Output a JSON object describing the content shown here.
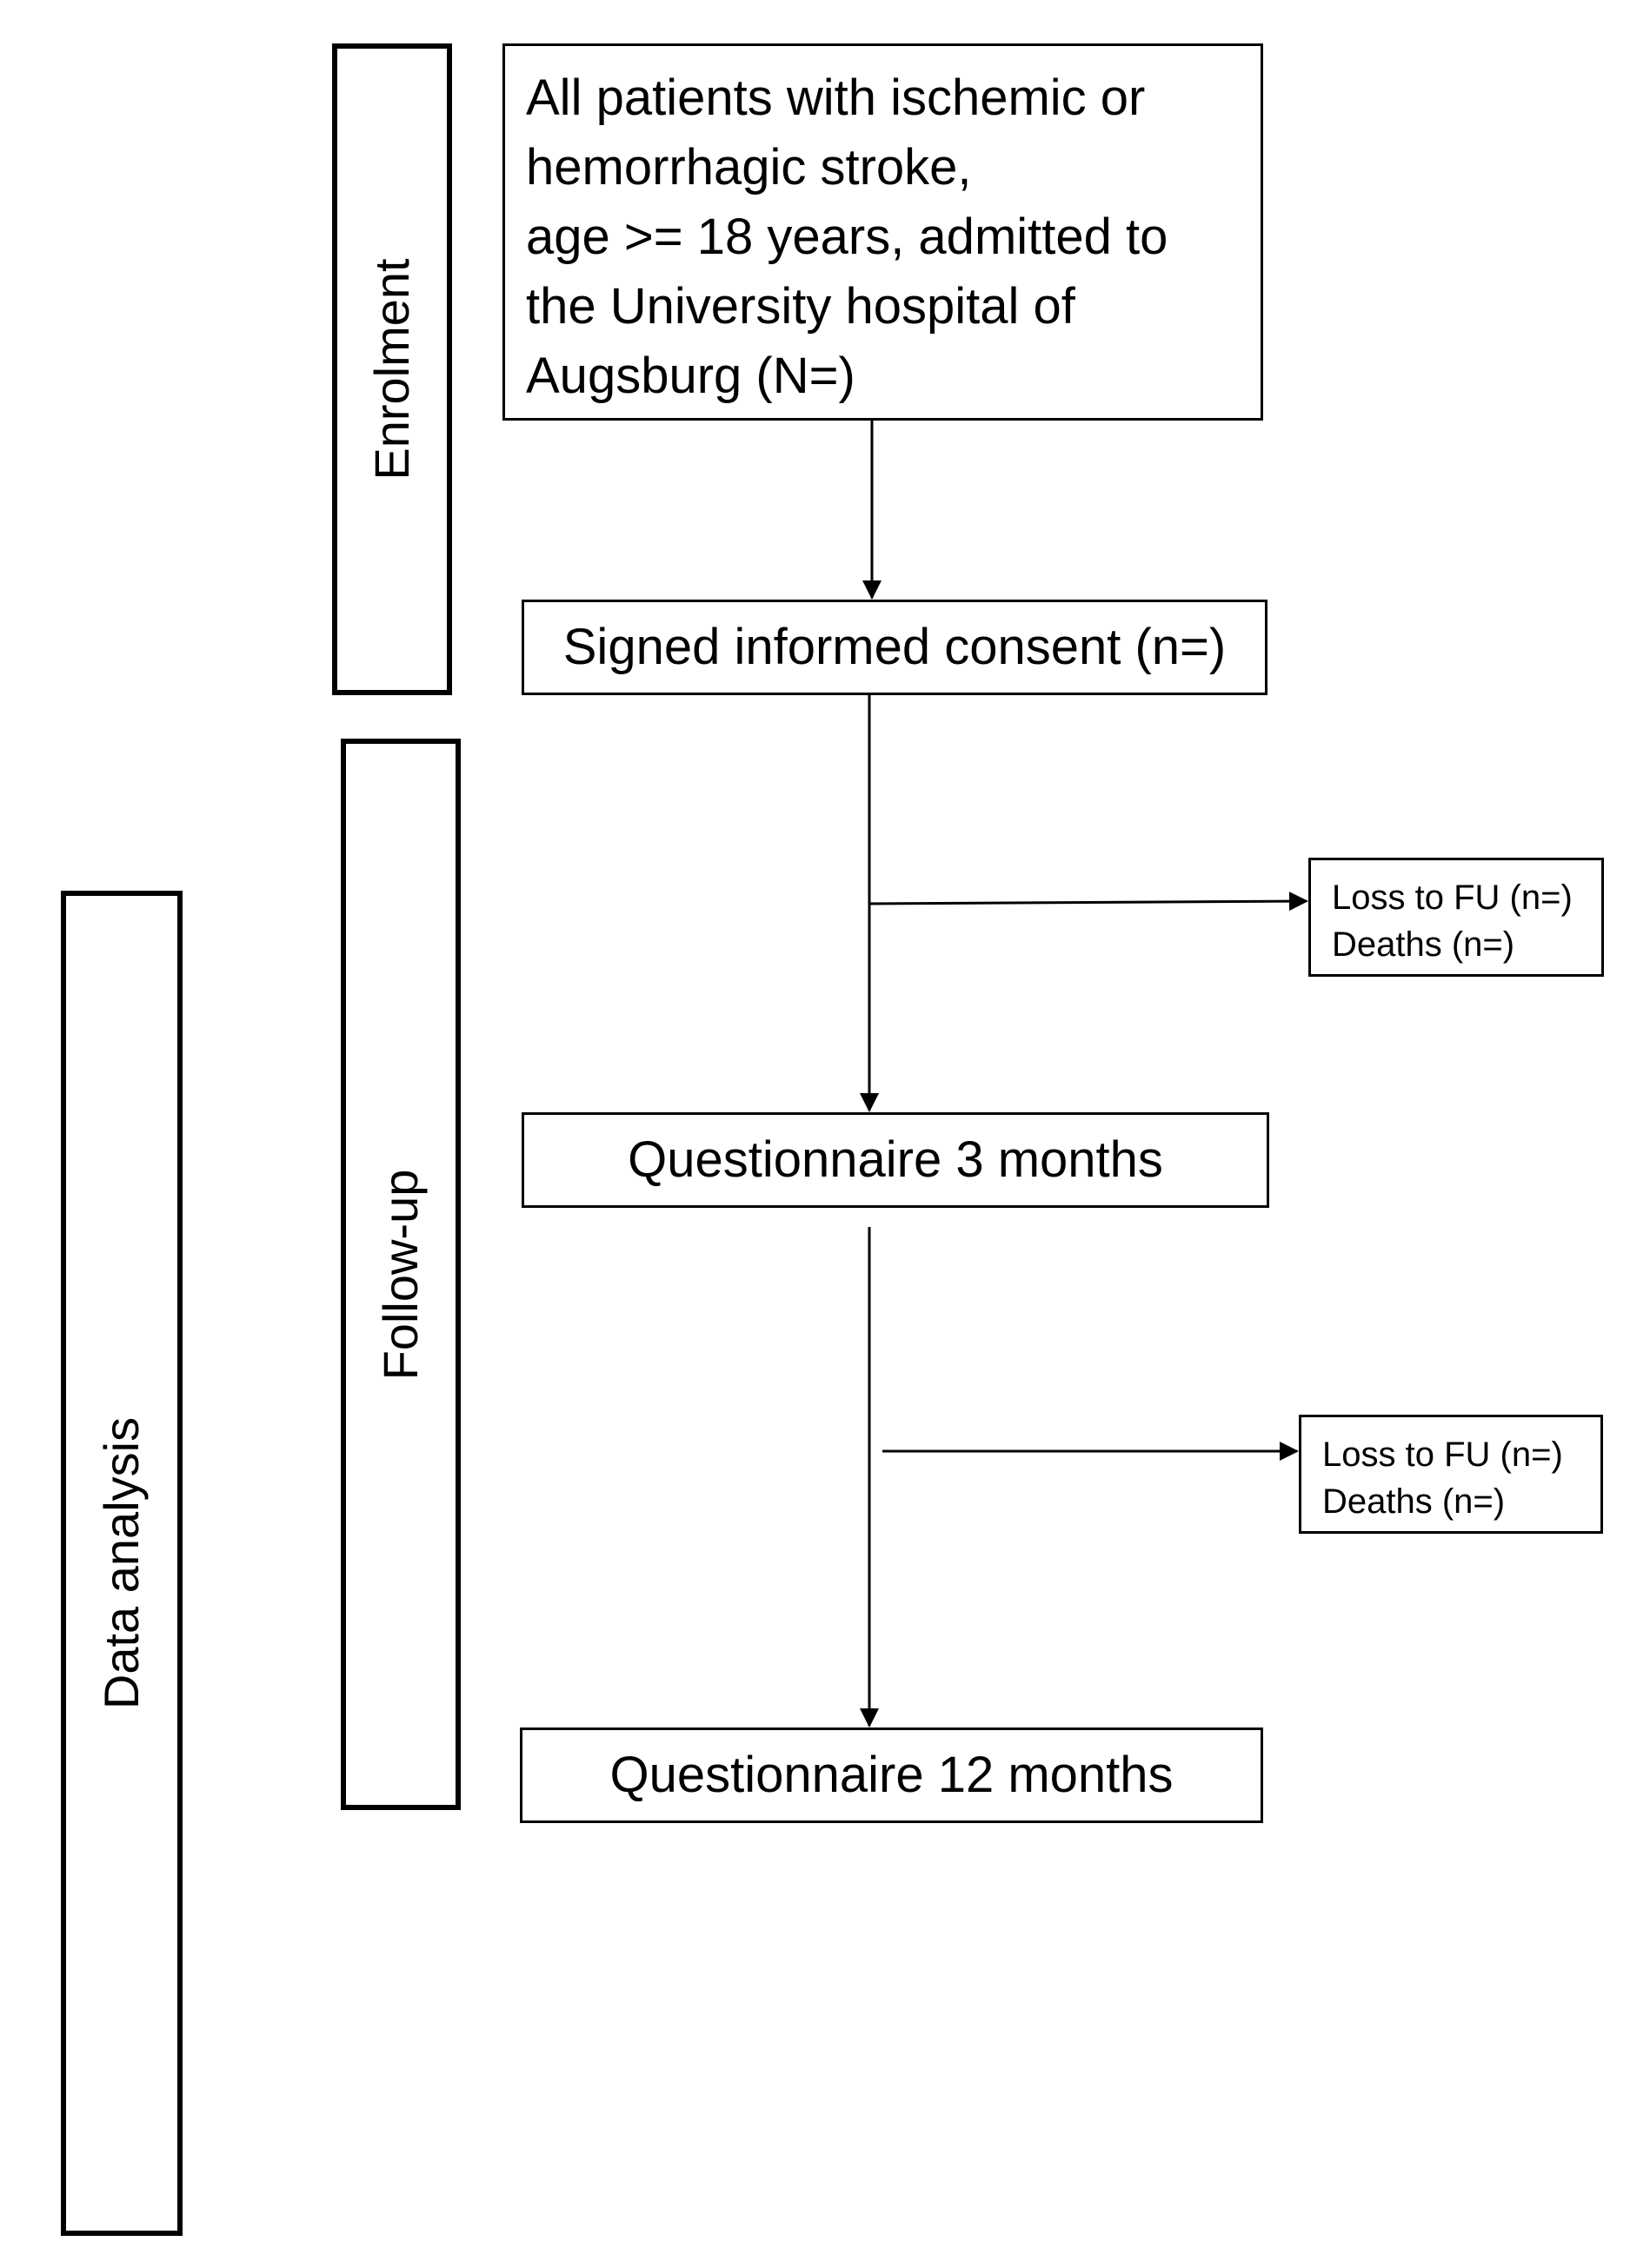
{
  "phases": {
    "enrolment": "Enrolment",
    "follow_up": "Follow-up",
    "data_analysis": "Data analysis"
  },
  "boxes": {
    "all_patients": {
      "lines": [
        "All patients with ischemic or",
        "hemorrhagic stroke,",
        "age >= 18 years, admitted to",
        "the University hospital of",
        "Augsburg (N=)"
      ]
    },
    "consent": "Signed informed consent (n=)",
    "questionnaire_3": "Questionnaire 3 months",
    "questionnaire_12": "Questionnaire 12 months",
    "exclusion_1": {
      "loss": "Loss to FU (n=)",
      "deaths": "Deaths (n=)"
    },
    "exclusion_2": {
      "loss": "Loss to FU (n=)",
      "deaths": "Deaths (n=)"
    }
  },
  "colors": {
    "stroke": "#000000",
    "background": "#ffffff"
  }
}
